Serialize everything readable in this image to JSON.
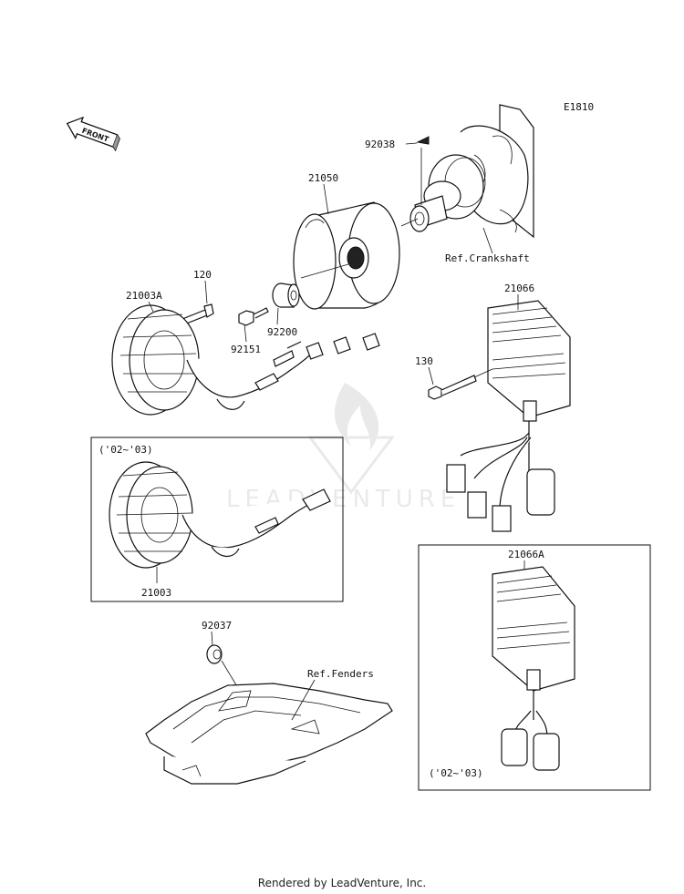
{
  "diagram_id": "E1810",
  "front_label": "FRONT",
  "parts": {
    "p92038": "92038",
    "p21050": "21050",
    "crankshaft": "Ref.Crankshaft",
    "p120": "120",
    "p21003A": "21003A",
    "p92151": "92151",
    "p92200": "92200",
    "p21066": "21066",
    "p130": "130",
    "p21003": "21003",
    "p92037": "92037",
    "fenders": "Ref.Fenders",
    "p21066A": "21066A"
  },
  "year_note_1": "('02~'03)",
  "year_note_2": "('02~'03)",
  "watermark": "LEADVENTURE",
  "footer": "Rendered by LeadVenture, Inc."
}
